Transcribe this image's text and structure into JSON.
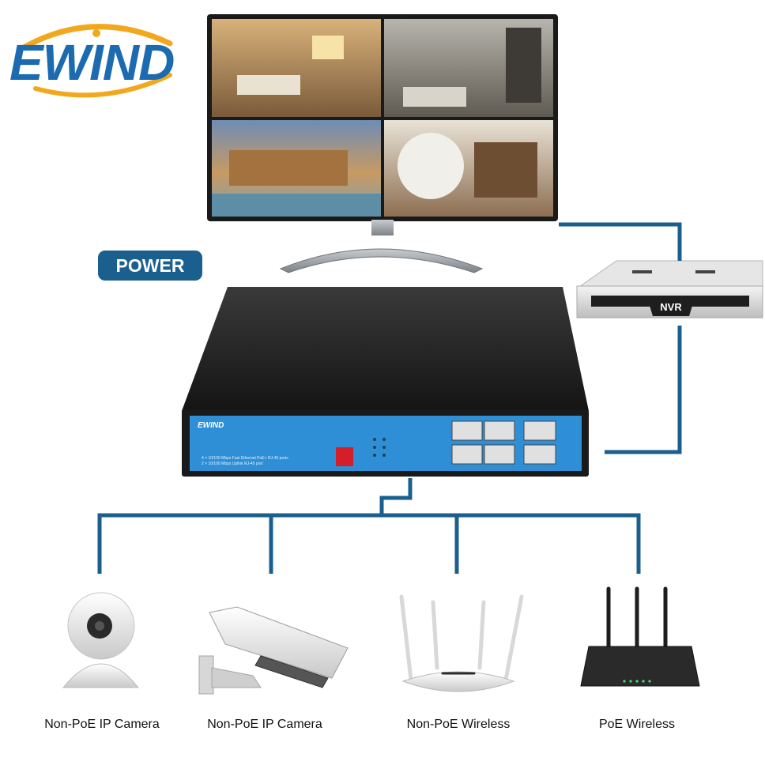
{
  "brand": {
    "logo_text": "EWIND",
    "logo_color": "#1c6bb0",
    "swoosh_color": "#f2a81d"
  },
  "power_badge": {
    "label": "POWER",
    "color": "#1b5f8f"
  },
  "nvr": {
    "label": "NVR"
  },
  "switch": {
    "brand_label": "EWIND",
    "panel_color": "#2f8fd6",
    "port_lines": "4 × 10/100 Mbps Fast Ethernet PoE+ RJ-45 ports\n2 × 10/100 Mbps Uplink RJ-45 port"
  },
  "connection_color": "#1b5f8f",
  "devices": [
    {
      "id": "dome-camera",
      "label": "Non-PoE IP Camera"
    },
    {
      "id": "bullet-camera",
      "label": "Non-PoE IP Camera"
    },
    {
      "id": "wireless-router",
      "label": "Non-PoE Wireless"
    },
    {
      "id": "poe-router",
      "label": "PoE Wireless"
    }
  ]
}
